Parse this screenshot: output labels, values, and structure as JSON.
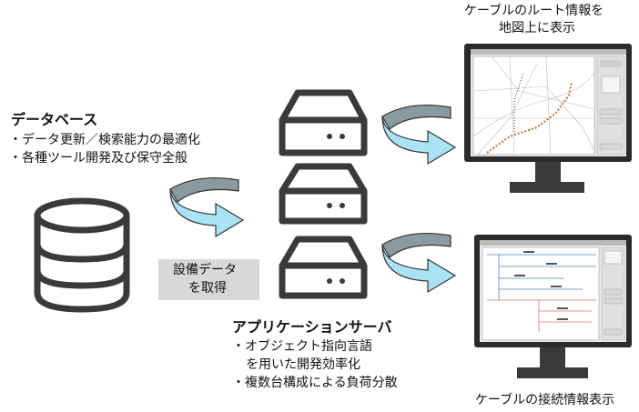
{
  "database": {
    "title": "データベース",
    "bullets": [
      "・データ更新／検索能力の最適化",
      "・各種ツール開発及び保守全般"
    ]
  },
  "transfer": {
    "label_line1": "設備データ",
    "label_line2": "を取得"
  },
  "server": {
    "title": "アプリケーションサーバ",
    "bullets": [
      "・オブジェクト指向言語",
      "を用いた開発効率化",
      "・複数台構成による負荷分散"
    ]
  },
  "monitor_top": {
    "caption_line1": "ケーブルのルート情報を",
    "caption_line2": "地図上に表示"
  },
  "monitor_bottom": {
    "caption": "ケーブルの接続情報表示"
  },
  "colors": {
    "arrow_fill": "#a9e3f5",
    "arrow_shade": "#8a9ba0",
    "arrow_stroke": "#333333",
    "icon": "#3a3a3a",
    "label_box": "#d8d8d8"
  }
}
